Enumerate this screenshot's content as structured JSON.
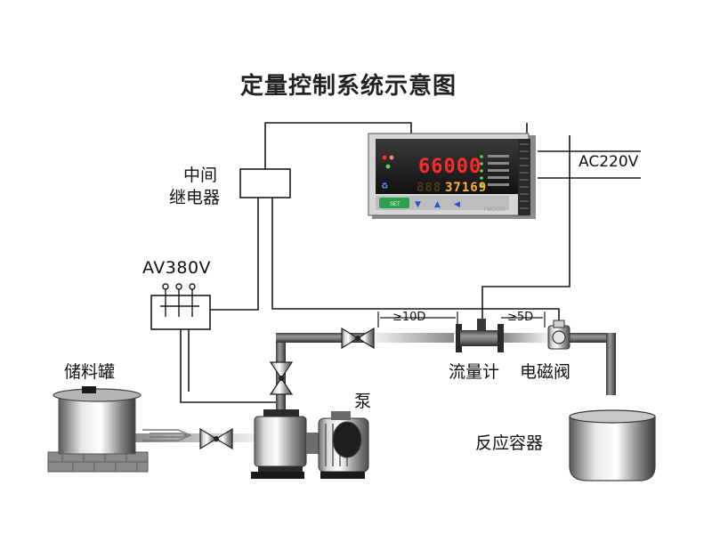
{
  "title": "定量控制系统示意图",
  "labels": {
    "relay_line1": "中间",
    "relay_line2": "继电器",
    "supply_380": "AV380V",
    "supply_220": "AC220V",
    "storage_tank": "储料罐",
    "pump": "泵",
    "flow_meter": "流量计",
    "solenoid_valve": "电磁阀",
    "reaction_vessel": "反应容器",
    "upstream_distance": "≥10D",
    "downstream_distance": "≥5D"
  },
  "controller": {
    "pv_display": "66000",
    "sv_display_dim": "888",
    "sv_display": "37169",
    "model_text": "FMCC50",
    "pv_color": "#ff2a2a",
    "sv_color": "#ffb326"
  },
  "icons": {
    "valve": "bowtie-valve-icon",
    "pump": "centrifugal-pump-icon",
    "flow_arrow": "double-chevron-arrow-icon"
  }
}
